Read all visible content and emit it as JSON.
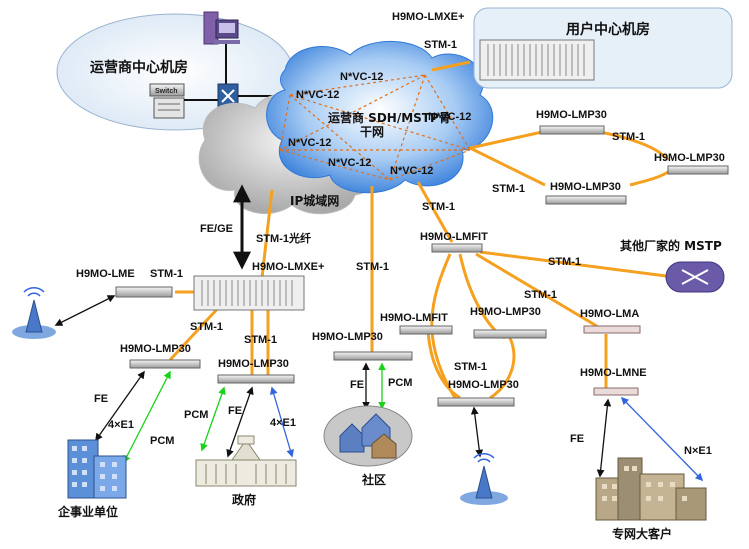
{
  "title_operator_room": "运营商中心机房",
  "title_user_room": "用户中心机房",
  "cloud_sdh": "运营商 SDH/MSTP骨\n干网",
  "cloud_ip": "IP城域网",
  "vc_labels": [
    "N*VC-12",
    "N*VC-12",
    "N*VC-12",
    "N*VC-12",
    "N*VC-12",
    "N*VC-12"
  ],
  "switch_text": "Switch",
  "nodes": {
    "lmxe_top": "H9MO-LMXE+",
    "lmxe_center": "H9MO-LMXE+",
    "lme": "H9MO-LME",
    "lmp30_left": "H9MO-LMP30",
    "lmp30_mid": "H9MO-LMP30",
    "lmp30_community": "H9MO-LMP30",
    "lmp30_right_top": "H9MO-LMP30",
    "lmp30_right_mid": "H9MO-LMP30",
    "lmp30_right_bot": "H9MO-LMP30",
    "lmp30_ring_right": "H9MO-LMP30",
    "lmp30_ring_bottom": "H9MO-LMP30",
    "lmfit_top": "H9MO-LMFIT",
    "lmfit_left": "H9MO-LMFIT",
    "lma": "H9MO-LMA",
    "lmne": "H9MO-LMNE",
    "other_mstp": "其他厂家的 MSTP"
  },
  "links": {
    "stm1_user": "STM-1",
    "fe_ge": "FE/GE",
    "stm1_fiber": "STM-1光纤",
    "stm1_lme": "STM-1",
    "stm1_lmp30_left": "STM-1",
    "stm1_lmp30_mid": "STM-1",
    "stm1_community": "STM-1",
    "stm1_lmfit": "STM-1",
    "stm1_other": "STM-1",
    "stm1_ring_a": "STM-1",
    "stm1_ring_b": "STM-1",
    "stm1_lma": "STM-1",
    "stm1_ring_c": "STM-1",
    "fe_left": "FE",
    "e1_left": "4×E1",
    "pcm_left": "PCM",
    "pcm_gov": "PCM",
    "fe_gov": "FE",
    "e1_gov": "4×E1",
    "fe_comm": "FE",
    "pcm_comm": "PCM",
    "fe_right": "FE",
    "ne1_right": "N×E1"
  },
  "sites": {
    "enterprise": "企事业单位",
    "government": "政府",
    "community": "社区",
    "vip": "专网大客户"
  },
  "colors": {
    "orange": "#F5A01E",
    "orange_dash": "#E0701A",
    "cloud_blue": "#5B9BE6",
    "cloud_gray": "#C8C8C8",
    "green": "#19D219",
    "blue_link": "#3366DD"
  }
}
